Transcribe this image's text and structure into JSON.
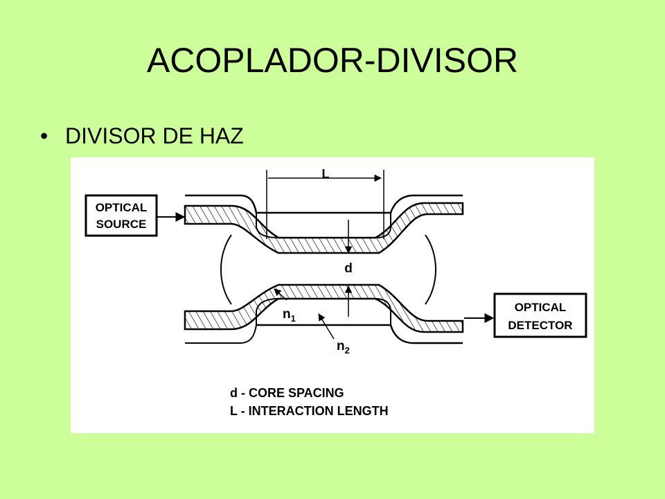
{
  "slide": {
    "title": "ACOPLADOR-DIVISOR",
    "bullet_text": "DIVISOR DE HAZ"
  },
  "diagram": {
    "source_label_line1": "OPTICAL",
    "source_label_line2": "SOURCE",
    "detector_label_line1": "OPTICAL",
    "detector_label_line2": "DETECTOR",
    "length_label": "L",
    "spacing_label": "d",
    "n1_label": "n",
    "n1_sub": "1",
    "n2_label": "n",
    "n2_sub": "2",
    "legend_line1": "d - CORE SPACING",
    "legend_line2": "L - INTERACTION LENGTH"
  }
}
